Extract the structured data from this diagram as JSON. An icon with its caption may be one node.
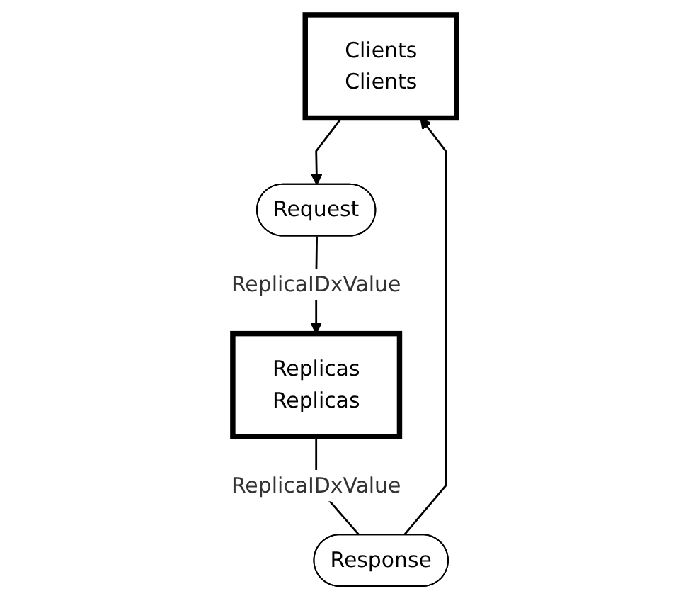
{
  "diagram": {
    "nodes": [
      {
        "text": [
          "Clients",
          "Clients"
        ]
      },
      {
        "text": [
          "Request"
        ]
      },
      {
        "text": [
          "Response"
        ]
      },
      {
        "text": [
          "Replicas",
          "Replicas"
        ]
      }
    ],
    "edges": [
      {
        "from": 0,
        "to": 1,
        "arrow": "to"
      },
      {
        "from": 1,
        "to": 3,
        "arrow": "to",
        "label": "ReplicaIDxValue"
      },
      {
        "from": 3,
        "to": 2,
        "arrow": "none",
        "label": "ReplicaIDxValue"
      },
      {
        "from": 2,
        "to": 0,
        "arrow": "to"
      }
    ]
  }
}
